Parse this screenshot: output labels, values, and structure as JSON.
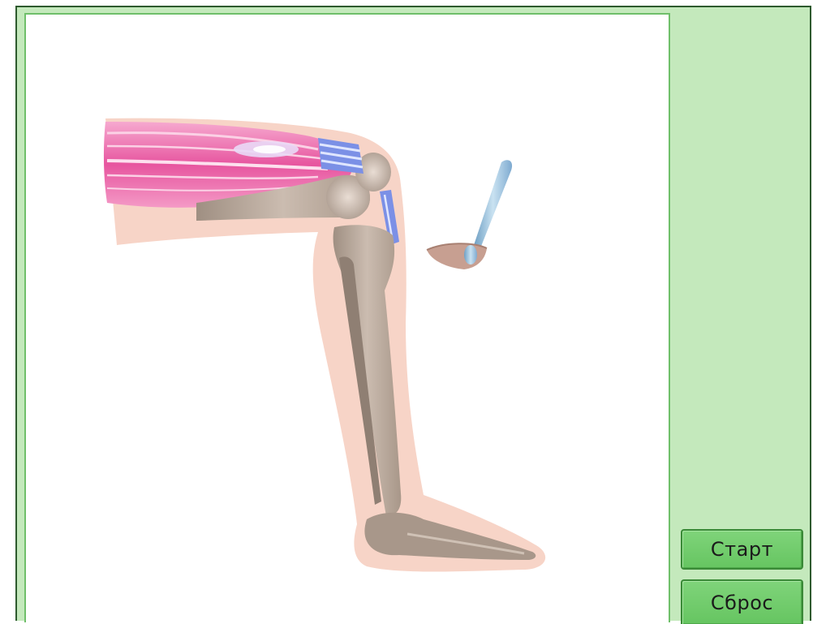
{
  "controls": {
    "start_label": "Старт",
    "reset_label": "Сброс"
  },
  "colors": {
    "panel": "#c4e9bc",
    "button": "#6ccb67",
    "skin": "#f6d3c6",
    "bone": "#b9a99c",
    "muscle": "#e35aa4",
    "tendon": "#7d92e8",
    "hammer_handle": "#8cb9d8"
  },
  "scene": {
    "subject": "knee-reflex-diagram"
  }
}
